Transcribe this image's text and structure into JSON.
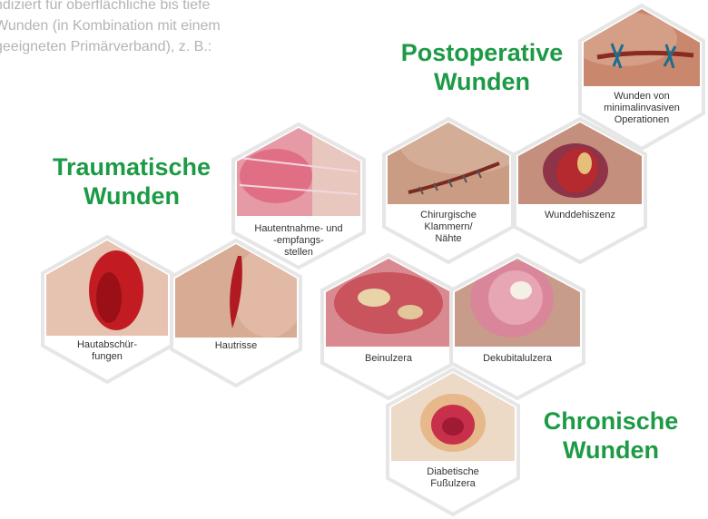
{
  "intro": [
    "ndiziert für oberflächliche bis tiefe",
    "Wunden (in Kombination mit einem",
    "geeigneten Primärverband), z. B.:"
  ],
  "headings": {
    "postoperative": [
      "Postoperative",
      "Wunden"
    ],
    "traumatic": [
      "Traumatische",
      "Wunden"
    ],
    "chronic": [
      "Chronische",
      "Wunden"
    ]
  },
  "colors": {
    "heading": "#1d9a45",
    "hex_border": "#e9e9e9",
    "caption": "#333333"
  },
  "tiles": [
    {
      "id": "minimalinvasive",
      "caption": [
        "Wunden von",
        "minimalinvasiven",
        "Operationen"
      ],
      "image": "surgical-sutures-photo"
    },
    {
      "id": "staples",
      "caption": [
        "Chirurgische",
        "Klammern/",
        "Nähte"
      ],
      "image": "wound-staples-photo"
    },
    {
      "id": "dehiscence",
      "caption": [
        "Wunddehiszenz"
      ],
      "image": "wound-dehiscence-photo"
    },
    {
      "id": "skin-graft",
      "caption": [
        "Hautentnahme- und",
        "-empfangs-",
        "stellen"
      ],
      "image": "skin-graft-site-photo"
    },
    {
      "id": "abrasion",
      "caption": [
        "Hautabschür-",
        "fungen"
      ],
      "image": "skin-abrasion-photo"
    },
    {
      "id": "laceration",
      "caption": [
        "Hautrisse"
      ],
      "image": "skin-tear-photo"
    },
    {
      "id": "leg-ulcer",
      "caption": [
        "Beinulzera"
      ],
      "image": "leg-ulcer-photo"
    },
    {
      "id": "pressure-ulcer",
      "caption": [
        "Dekubitalulzera"
      ],
      "image": "pressure-ulcer-photo"
    },
    {
      "id": "diabetic-foot",
      "caption": [
        "Diabetische",
        "Fußulzera"
      ],
      "image": "diabetic-foot-ulcer-photo"
    }
  ]
}
